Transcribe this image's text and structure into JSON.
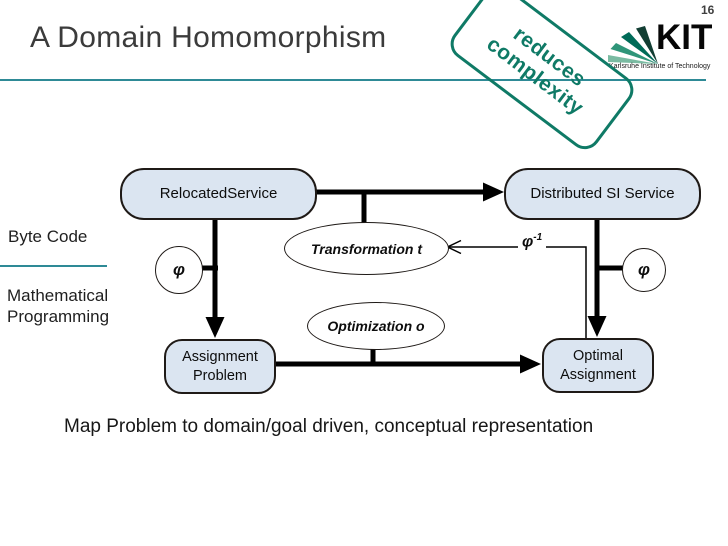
{
  "slide": {
    "number": "16",
    "title": "A Domain Homomorphism",
    "footer": "Map Problem to domain/goal driven, conceptual representation"
  },
  "stamp": {
    "text_line1": "reduces",
    "text_line2": "complexity",
    "color": "#0f7a66"
  },
  "logo": {
    "acronym": "KIT",
    "subtitle": "Karlsruhe Institute of Technology",
    "fan_colors": [
      "#123e33",
      "#006b58",
      "#2f9579",
      "#7abba2"
    ]
  },
  "side_labels": {
    "byte_code": "Byte Code",
    "math_programming": "Mathematical Programming"
  },
  "diagram": {
    "relocated_service": "RelocatedService",
    "distributed_si_service": "Distributed SI Service",
    "assignment_problem": "Assignment Problem",
    "optimal_assignment": "Optimal Assignment",
    "transformation": "Transformation t",
    "optimization": "Optimization o",
    "phi": "φ",
    "phi_inverse_base": "φ",
    "phi_inverse_sup": "-1",
    "colors": {
      "node_fill": "#dbe5f1",
      "node_border": "#1f1a17",
      "connector_black": "#000000",
      "accent_teal": "#2e8a96",
      "stamp_green": "#0f7a66"
    }
  }
}
